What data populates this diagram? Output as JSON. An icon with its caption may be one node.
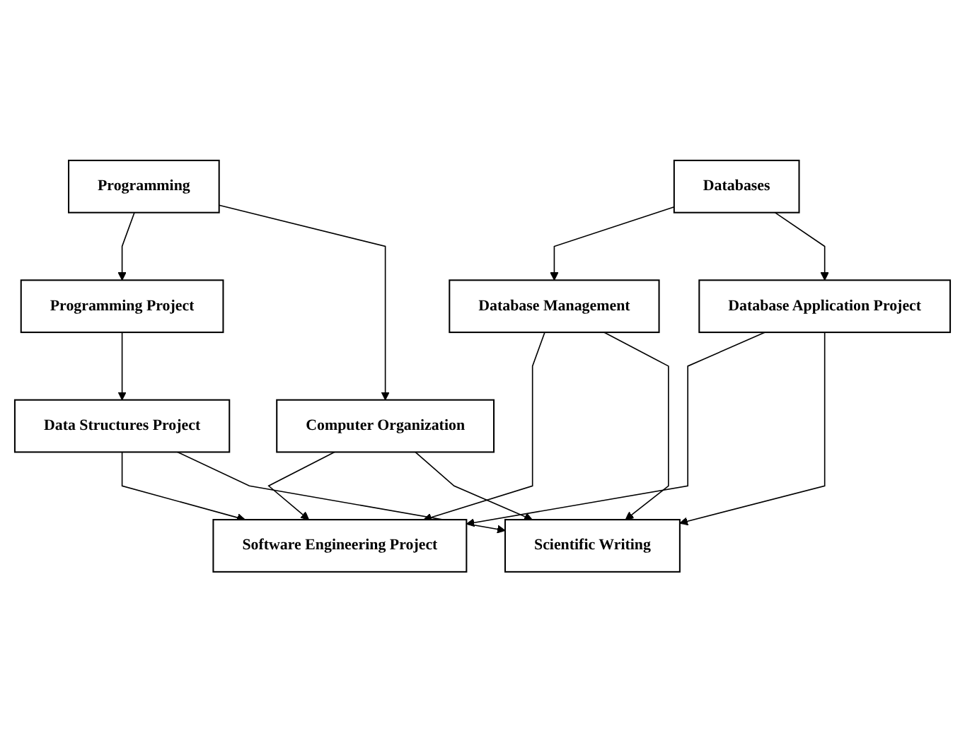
{
  "diagram": {
    "nodes": [
      {
        "text": [
          "Programming"
        ]
      },
      {
        "text": [
          "Databases"
        ]
      },
      {
        "text": [
          "Programming Project"
        ]
      },
      {
        "text": [
          "Database Management"
        ]
      },
      {
        "text": [
          "Database Application Project"
        ]
      },
      {
        "text": [
          "Data Structures Project"
        ]
      },
      {
        "text": [
          "Computer Organization"
        ]
      },
      {
        "text": [
          "Software Engineering Project"
        ]
      },
      {
        "text": [
          "Scientific Writing"
        ]
      }
    ],
    "edges": [
      {
        "from": 0,
        "to": 2,
        "arrow": "to"
      },
      {
        "from": 0,
        "to": 6,
        "arrow": "to"
      },
      {
        "from": 1,
        "to": 3,
        "arrow": "to"
      },
      {
        "from": 1,
        "to": 4,
        "arrow": "to"
      },
      {
        "from": 2,
        "to": 5,
        "arrow": "to"
      },
      {
        "from": 5,
        "to": 7,
        "arrow": "to"
      },
      {
        "from": 5,
        "to": 8,
        "arrow": "to"
      },
      {
        "from": 6,
        "to": 7,
        "arrow": "to"
      },
      {
        "from": 6,
        "to": 8,
        "arrow": "to"
      },
      {
        "from": 3,
        "to": 7,
        "arrow": "to"
      },
      {
        "from": 3,
        "to": 8,
        "arrow": "to"
      },
      {
        "from": 4,
        "to": 7,
        "arrow": "to"
      },
      {
        "from": 4,
        "to": 8,
        "arrow": "to"
      }
    ]
  }
}
